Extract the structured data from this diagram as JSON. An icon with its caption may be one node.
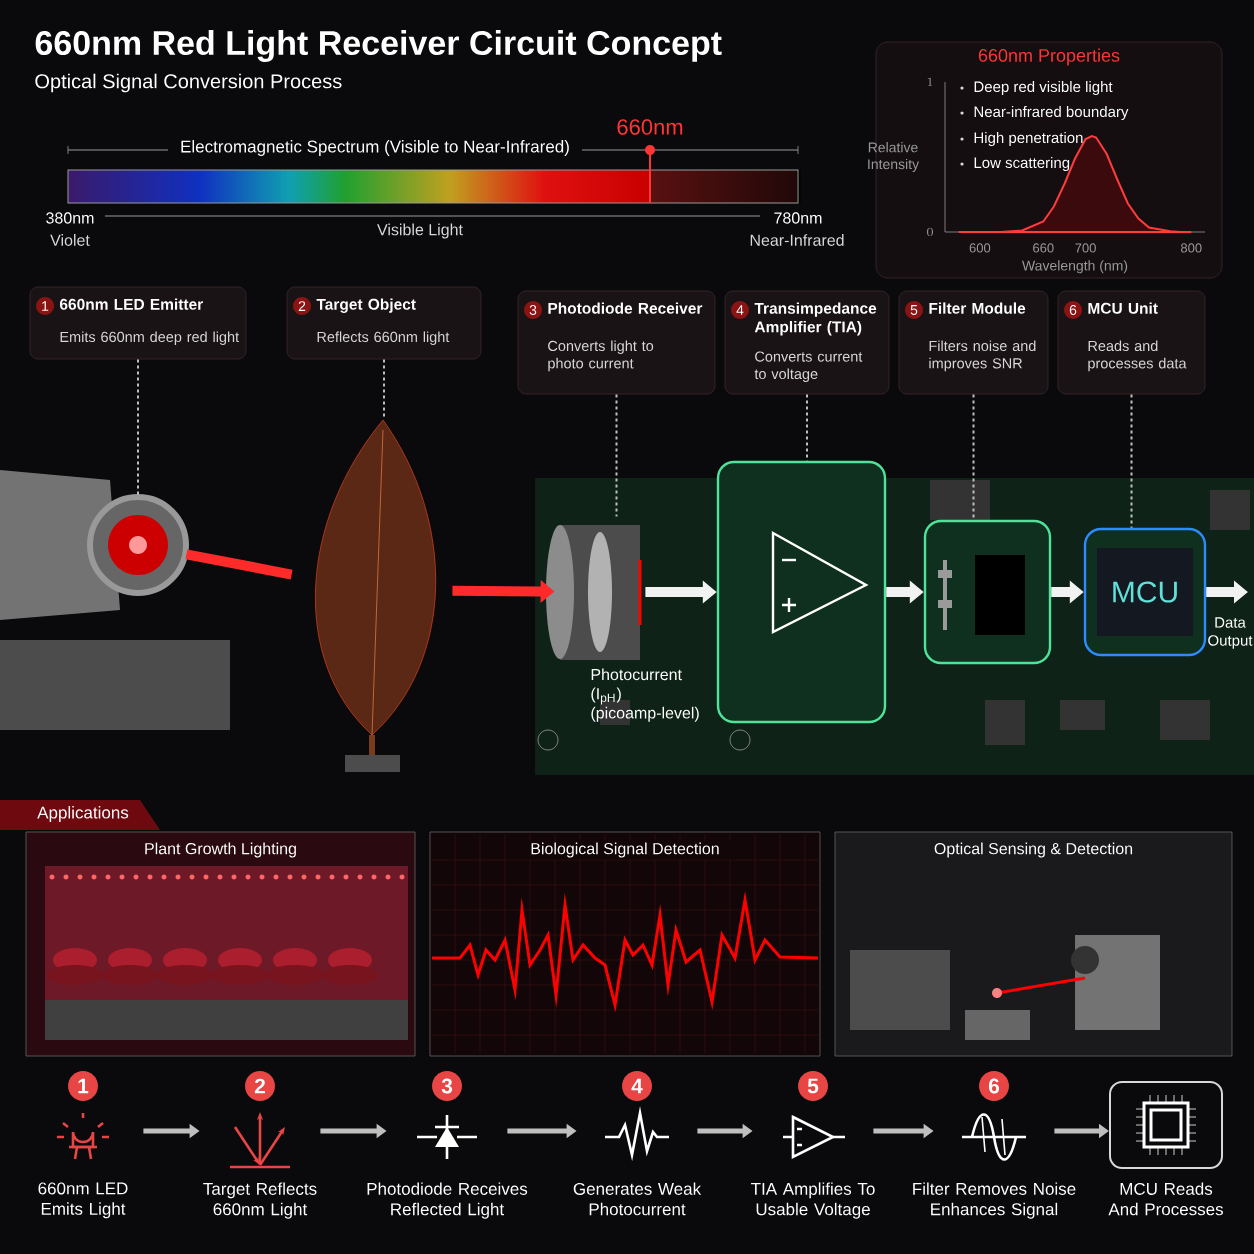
{
  "diagram": {
    "title": "660nm Red Light Receiver Circuit Concept",
    "nodes": [
      {
        "text": [
          "1",
          "660nm LED Emitter",
          "Emits 660nm deep red light"
        ]
      },
      {
        "text": [
          "2",
          "Target Object",
          "Reflects 660nm light"
        ]
      },
      {
        "text": [
          "3",
          "Photodiode Receiver",
          "Converts light to photo current"
        ]
      },
      {
        "text": [
          "4",
          "Transimpedance Amplifier (TIA)",
          "Converts current to voltage"
        ]
      },
      {
        "text": [
          "5",
          "Filter Module",
          "Filters noise and improves SNR"
        ]
      },
      {
        "text": [
          "6",
          "MCU Unit",
          "Reads and processes data"
        ]
      },
      {
        "text": [],
        "shape": "picture"
      },
      {
        "text": [],
        "shape": "picture"
      },
      {
        "text": [],
        "shape": "picture"
      },
      {
        "text": [],
        "shape": "box"
      },
      {
        "text": [],
        "shape": "box"
      },
      {
        "text": [
          "MCU"
        ]
      },
      {
        "text": [
          "660nm Properties"
        ]
      },
      {
        "text": [
          "Plant Growth Lighting"
        ]
      },
      {
        "text": [
          "Biological Signal Detection"
        ]
      },
      {
        "text": [
          "Optical Sensing & Detection"
        ]
      },
      {
        "text": [
          "1",
          "660nm LED Emits Light"
        ]
      },
      {
        "text": [
          "2",
          "Target Reflects 660nm Light"
        ]
      },
      {
        "text": [
          "3",
          "Photodiode Receives Reflected Light"
        ]
      },
      {
        "text": [
          "4",
          "Generates Weak Photocurrent"
        ]
      },
      {
        "text": [
          "5",
          "TIA Amplifies To Usable Voltage"
        ]
      },
      {
        "text": [
          "6",
          "Filter Removes Noise Enhances Signal"
        ]
      },
      {
        "text": [
          "MCU Reads And Processes"
        ]
      }
    ],
    "edges": [
      {
        "from": 0,
        "to": 6,
        "arrow": "none",
        "style": "dashed"
      },
      {
        "from": 1,
        "to": 7,
        "arrow": "none",
        "style": "dashed"
      },
      {
        "from": 2,
        "to": 8,
        "arrow": "none",
        "style": "dashed"
      },
      {
        "from": 3,
        "to": 9,
        "arrow": "none",
        "style": "dashed"
      },
      {
        "from": 4,
        "to": 10,
        "arrow": "none",
        "style": "dashed"
      },
      {
        "from": 5,
        "to": 11,
        "arrow": "none",
        "style": "dashed"
      },
      {
        "from": 6,
        "to": 7,
        "arrow": "none",
        "style": "thick",
        "color": "#ff2a2a"
      },
      {
        "from": 7,
        "to": 8,
        "arrow": "to",
        "style": "thick",
        "color": "#ff2a2a"
      },
      {
        "from": 8,
        "to": 9,
        "arrow": "to",
        "style": "thick",
        "color": "#f2f2f2"
      },
      {
        "from": 9,
        "to": 10,
        "arrow": "to",
        "style": "thick",
        "color": "#f2f2f2"
      },
      {
        "from": 10,
        "to": 11,
        "arrow": "to",
        "style": "thick",
        "color": "#f2f2f2"
      },
      {
        "from": 11,
        "to": null,
        "arrow": "to",
        "style": "thick",
        "color": "#f2f2f2"
      },
      {
        "from": 16,
        "to": 17,
        "arrow": "to"
      },
      {
        "from": 17,
        "to": 18,
        "arrow": "to"
      },
      {
        "from": 18,
        "to": 19,
        "arrow": "to"
      },
      {
        "from": 19,
        "to": 20,
        "arrow": "to"
      },
      {
        "from": 20,
        "to": 21,
        "arrow": "to"
      },
      {
        "from": 21,
        "to": 22,
        "arrow": "to"
      }
    ],
    "labels": [
      "Optical Signal Conversion Process",
      "660nm",
      "Electromagnetic Spectrum (Visible to Near-Infrared)",
      "380nm",
      "Violet",
      "Visible Light",
      "780nm",
      "Near-Infrared",
      "Deep red visible light",
      "Near-infrared boundary",
      "High penetration",
      "Low scattering",
      "Photocurrent (I$_{pH}$) (picoamp-level)",
      "Data Output",
      "Applications"
    ],
    "chart_data": {
      "type": "area",
      "xlabel": "Wavelength (nm)",
      "ylabel": "Relative Intensity",
      "x": [
        580,
        600,
        620,
        640,
        660,
        670,
        680,
        690,
        700,
        706,
        710,
        720,
        730,
        740,
        750,
        760,
        780,
        790,
        800
      ],
      "series": [
        {
          "color": "#ff3b3b",
          "values": [
            0,
            0,
            0,
            0.01,
            0.07,
            0.17,
            0.32,
            0.49,
            0.62,
            0.64,
            0.63,
            0.52,
            0.35,
            0.19,
            0.09,
            0.03,
            0.005,
            0,
            0
          ]
        }
      ],
      "xlim": [
        567,
        813
      ],
      "ylim": [
        0,
        1
      ],
      "xticks": [
        600,
        660,
        700,
        800
      ],
      "yticks": [
        0,
        1
      ]
    }
  }
}
